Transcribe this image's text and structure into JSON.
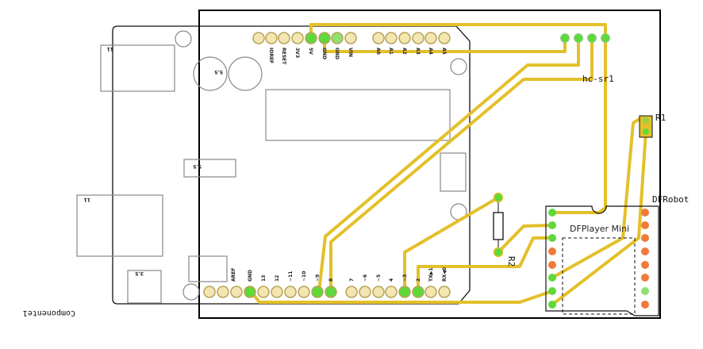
{
  "labels": {
    "arduino_part": "Componente1",
    "sensor": "hc-sr1",
    "resistor1": "R1",
    "resistor2": "R2",
    "module_brand": "DFRobot",
    "module_name": "DFPlayer Mini",
    "silk_a": "5.5",
    "silk_b": "5.5",
    "silk_c": "3.5",
    "silk_d": "11",
    "silk_e": "11"
  },
  "header_top": [
    "",
    "IOREF",
    "RESET",
    "3V3",
    "5V",
    "GND",
    "GND",
    "VIN"
  ],
  "header_analog": [
    "A0",
    "A1",
    "A2",
    "A3",
    "A4",
    "A5"
  ],
  "header_bottom_a": [
    "",
    "",
    "AREF",
    "GND",
    "13",
    "12",
    "~11",
    "~10",
    "~9",
    "8"
  ],
  "header_bottom_b": [
    "7",
    "~6",
    "~5",
    "4",
    "~3",
    "2",
    "TX▶1",
    "RX◀0"
  ],
  "colors": {
    "trace": "#e3c02a",
    "connected": "#5fd93a",
    "unconnected_module": "#f07a3a",
    "pad": "#f3e6b0"
  }
}
